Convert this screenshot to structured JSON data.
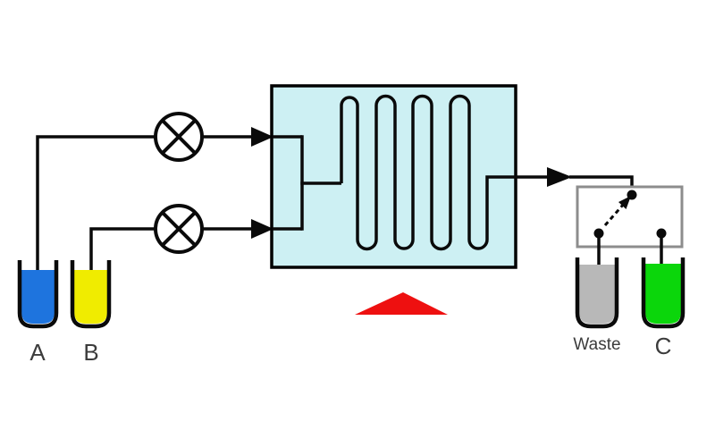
{
  "diagram": {
    "type": "continuous-flow-chemistry-schematic",
    "labels": {
      "reservoir_a": "A",
      "reservoir_b": "B",
      "collector_waste": "Waste",
      "collector_product": "C"
    },
    "colors": {
      "reservoir_a_liquid": "#1e74de",
      "reservoir_b_liquid": "#f0ec00",
      "collector_waste_liquid": "#b8b8b8",
      "collector_product_liquid": "#0bd60b",
      "reactor_fill": "#cdf0f3",
      "heater": "#ee1010",
      "tubing": "#0a0a0a",
      "valve_border": "#8d8d8d",
      "label_text": "#3c3c3c"
    },
    "icons": {
      "pump_symbol": "circle-cross-pump ⊗",
      "heater_symbol": "red-triangle-heat ▲",
      "flow_arrowhead": "solid-right-arrow ►",
      "selector_valve": "two-way-switch"
    }
  }
}
